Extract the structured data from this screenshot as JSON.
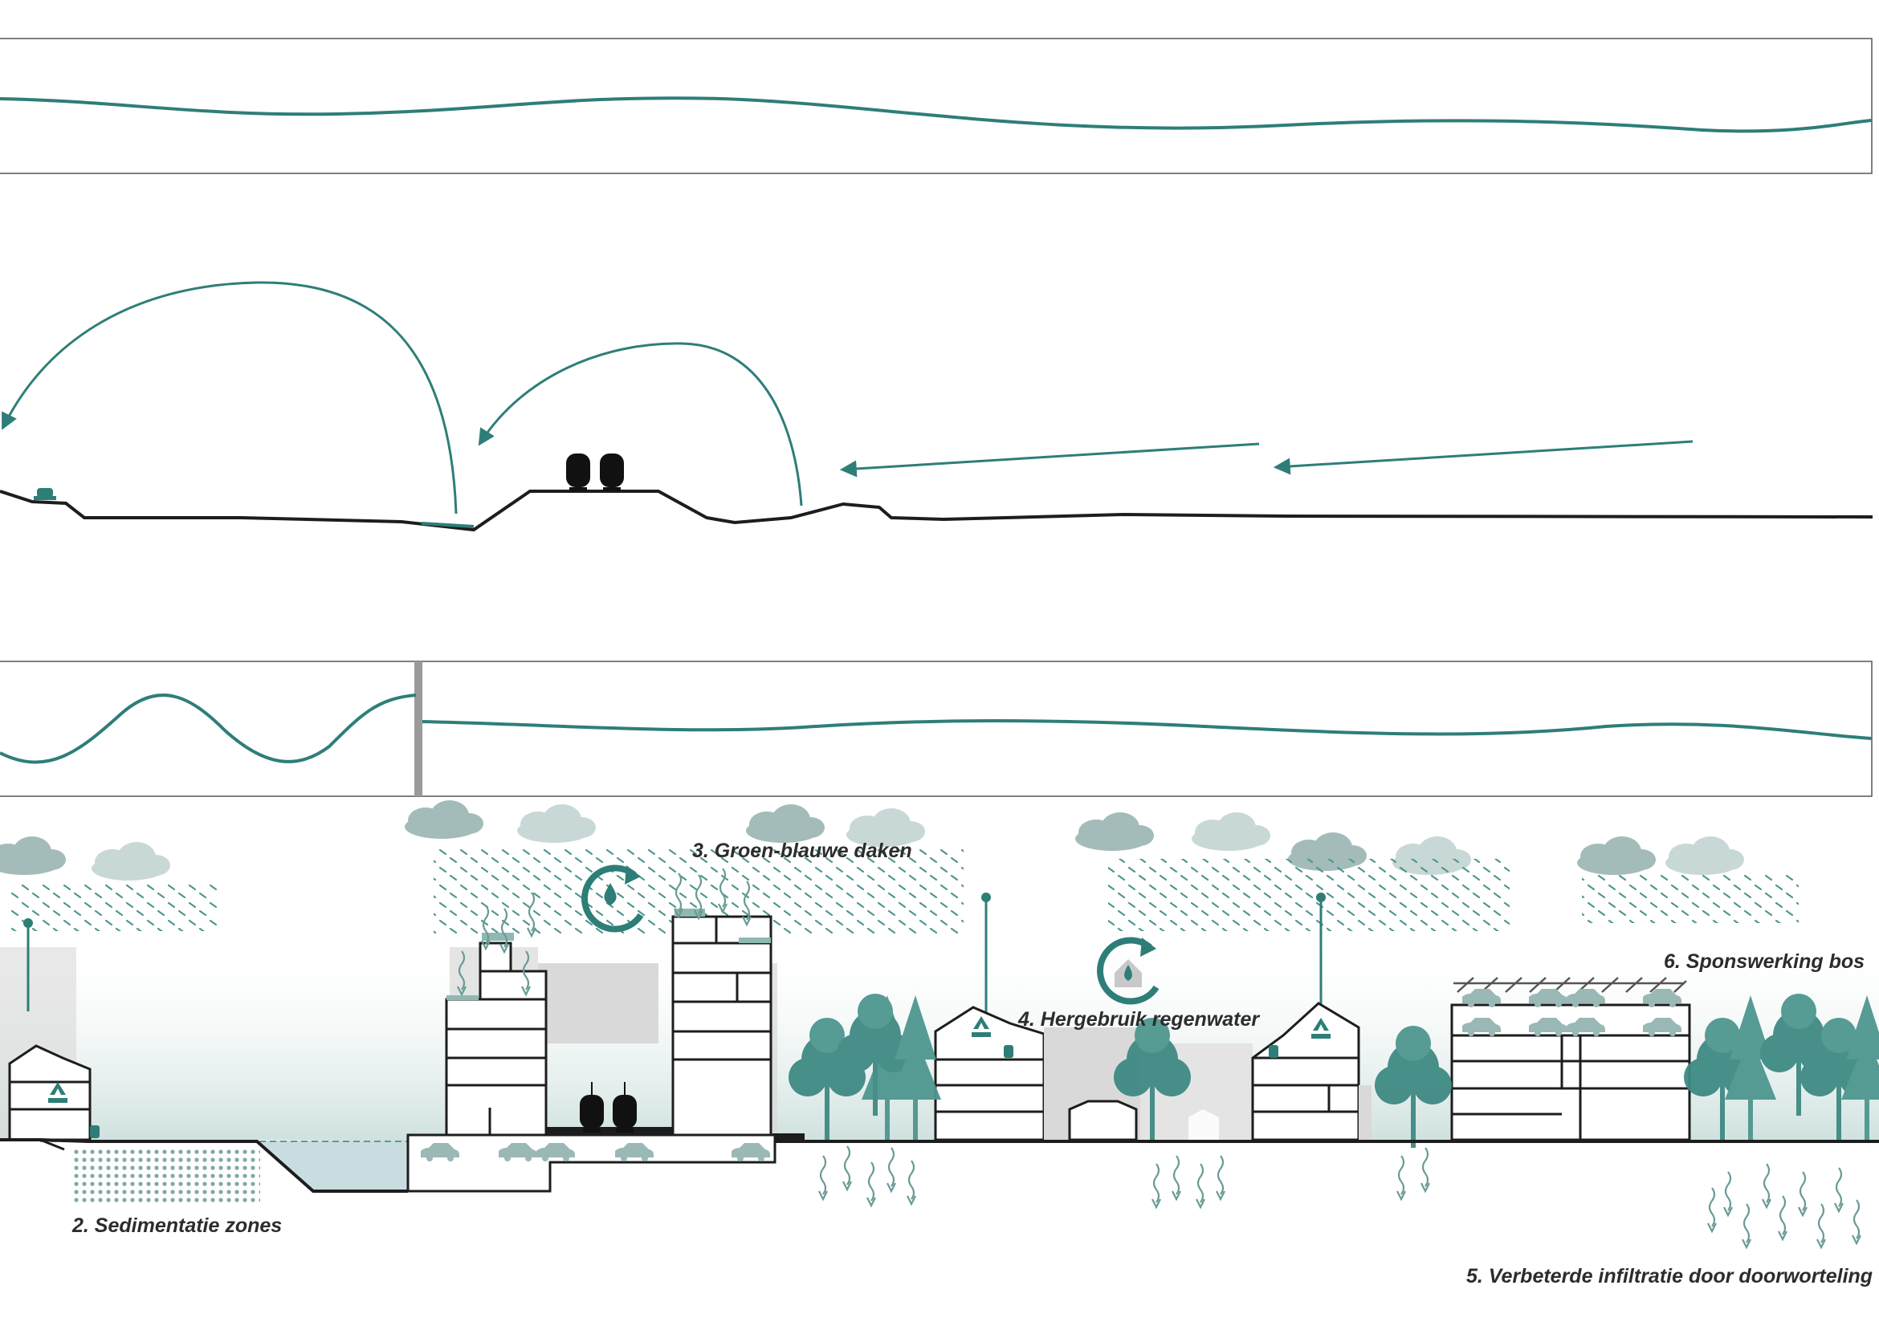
{
  "labels": {
    "sedimentatie": "2. Sedimentatie zones",
    "groen_blauwe_daken": "3. Groen-blauwe daken",
    "hergebruik": "4. Hergebruik regenwater",
    "infiltratie": "5. Verbeterde infiltratie door doorworteling",
    "sponswerking": "6. Sponswerking bos"
  },
  "colors": {
    "teal": "#2e7e78",
    "teal_light": "#8fb8b3",
    "cloud": "#a3bcba",
    "ground": "#1d1d1d",
    "building_grey": "#d9d9d9",
    "water": "#c9dde0",
    "panel_border": "#555555",
    "divider": "#9a9a9a"
  },
  "icons": [
    "recycle-icon",
    "water-drop-cycle-icon",
    "house-drop-cycle-icon",
    "tram-icon",
    "car-icon",
    "cloud-icon",
    "rain-icon",
    "tree-icon",
    "infiltration-arrow-icon"
  ]
}
